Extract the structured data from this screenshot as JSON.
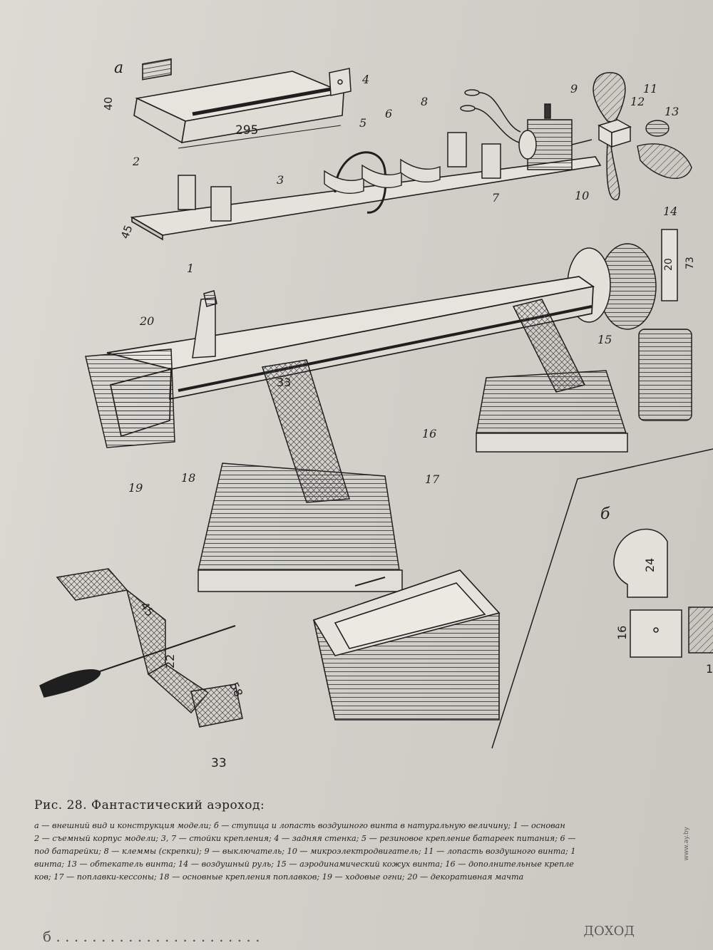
{
  "figure": {
    "view_a_label": "а",
    "view_b_label": "б",
    "part_numbers": [
      "1",
      "2",
      "3",
      "4",
      "5",
      "6",
      "7",
      "8",
      "9",
      "10",
      "11",
      "12",
      "13",
      "14",
      "15",
      "16",
      "17",
      "18",
      "19",
      "20"
    ],
    "dimensions": {
      "d40": "40",
      "d295": "295",
      "d45_base": "45",
      "d20": "20",
      "d73": "73",
      "d33_top": "33",
      "d45_bracket": "45",
      "d22": "22",
      "d58": "58",
      "d33_bottom": "33",
      "d24": "24",
      "d16": "16",
      "d1": "1"
    }
  },
  "caption": {
    "title": "Рис. 28. Фантастический аэроход:",
    "lines": [
      "а — внешний вид и конструкция модели; б — ступица и лопасть воздушного винта в натуральную величину; 1 — основан",
      "2 — съемный корпус модели; 3, 7 — стойки крепления; 4 — задняя стенка; 5 — резиновое крепление батареек питания; 6 —",
      "под батарейки; 8 — клеммы (скрепки); 9 — выключатель; 10 — микроэлектродвигатель; 11 — лопасть воздушного винта; 1",
      "винта; 13 — обтекатель винта; 14 — воздушный руль; 15 — аэродинамический кожух винта; 16 — дополнительные крепле",
      "ков; 17 — поплавки-кессоны; 18 — основные крепления поплавков; 19 — ходовые огни; 20 — декоративная мачта"
    ]
  },
  "footer": {
    "left_text": "б . . . .  . . . . . . . . .   . . . . . . . . . .",
    "right_text": "ДОХОД"
  },
  "watermark": "www.ay.by"
}
